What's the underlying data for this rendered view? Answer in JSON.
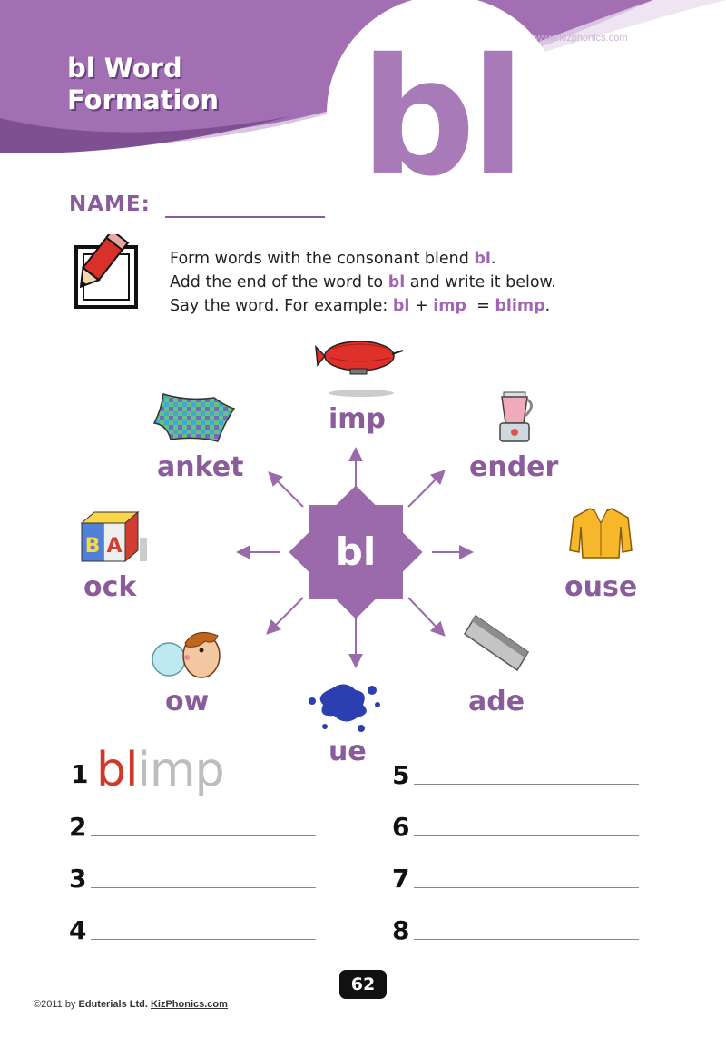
{
  "watermark": "www.kizphonics.com",
  "header": {
    "title_line1": "bl Word",
    "title_line2": "Formation",
    "big_blend": "bl"
  },
  "name_label": "NAME:",
  "instructions": {
    "line1_pre": "Form words with the consonant blend ",
    "line1_blend": "bl",
    "line1_post": ".",
    "line2_pre": "Add the end of the word to ",
    "line2_blend": "bl",
    "line2_post": " and write it below.",
    "line3_pre": "Say the word. For example: ",
    "line3_blend": "bl",
    "line3_plus": " + ",
    "line3_end": "imp",
    "line3_eq": "  = ",
    "line3_word": "blimp",
    "line3_post": "."
  },
  "diagram": {
    "center": "bl",
    "endings": [
      "imp",
      "ender",
      "ouse",
      "ade",
      "ue",
      "ow",
      "ock",
      "anket"
    ]
  },
  "answers": {
    "numbers": [
      "1",
      "2",
      "3",
      "4",
      "5",
      "6",
      "7",
      "8"
    ],
    "example_blend": "bl",
    "example_rest": "imp"
  },
  "page_number": "62",
  "footer": {
    "pre": "©2011 by ",
    "company": "Eduterials Ltd.",
    "site": "KizPhonics.com"
  },
  "colors": {
    "purple": "#a87bb8",
    "dark_purple": "#8b5c9c",
    "red": "#d1382b"
  },
  "icons": [
    "pencil-checkbox-icon",
    "blimp-icon",
    "blender-icon",
    "sweater-icon",
    "razor-blade-icon",
    "ink-splat-icon",
    "bubble-gum-boy-icon",
    "abc-block-icon",
    "blanket-icon"
  ]
}
